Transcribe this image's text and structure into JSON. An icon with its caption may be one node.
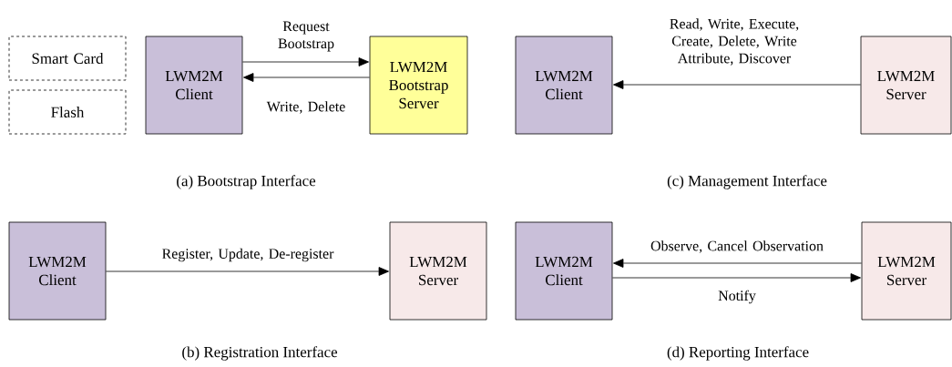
{
  "diagram": {
    "nodes": [
      {
        "text": [
          "Smart Card"
        ]
      },
      {
        "text": [
          "Flash"
        ]
      },
      {
        "text": [
          "LWM2M Client"
        ]
      },
      {
        "text": [
          "LWM2M Bootstrap Server"
        ]
      },
      {
        "text": [
          "LWM2M Client"
        ]
      },
      {
        "text": [
          "LWM2M Server"
        ]
      },
      {
        "text": [
          "LWM2M Client"
        ]
      },
      {
        "text": [
          "LWM2M Server"
        ]
      },
      {
        "text": [
          "LWM2M Client"
        ]
      },
      {
        "text": [
          "LWM2M Server"
        ]
      }
    ],
    "edges": [
      {
        "from": 2,
        "to": 3,
        "arrow": "to",
        "label": "Request Bootstrap"
      },
      {
        "from": 3,
        "to": 2,
        "arrow": "to",
        "label": "Write, Delete"
      },
      {
        "from": 5,
        "to": 4,
        "arrow": "to",
        "label": "Read, Write, Execute, Create, Delete, Write Attribute, Discover"
      },
      {
        "from": 6,
        "to": 7,
        "arrow": "to",
        "label": "Register, Update, De-register"
      },
      {
        "from": 9,
        "to": 8,
        "arrow": "to",
        "label": "Observe, Cancel Observation"
      },
      {
        "from": 8,
        "to": 9,
        "arrow": "to",
        "label": "Notify"
      }
    ],
    "labels": [
      "(a) Bootstrap Interface",
      "(c) Management Interface",
      "(b) Registration Interface",
      "(d) Reporting Interface"
    ]
  }
}
